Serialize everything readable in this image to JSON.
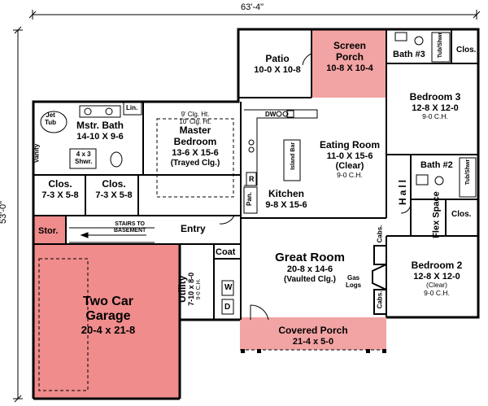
{
  "dimensions": {
    "width": "63'-4\"",
    "depth": "53'-0\""
  },
  "rooms": {
    "patio": {
      "name": "Patio",
      "size": "10-0 X 10-8"
    },
    "screen_porch": {
      "name_line1": "Screen",
      "name_line2": "Porch",
      "size": "10-8 X 10-4"
    },
    "bath3": {
      "name": "Bath #3"
    },
    "tub_shwr_3": "Tub/Shwr",
    "clos_bed3": "Clos.",
    "bedroom3": {
      "name": "Bedroom 3",
      "size": "12-8 X 12-0",
      "note": "9-0 C.H."
    },
    "jet_tub": {
      "line1": "Jet",
      "line2": "Tub"
    },
    "lin": "Lin.",
    "mstr_bath": {
      "name": "Mstr. Bath",
      "size": "14-10 X 9-6"
    },
    "vanity": "Vanity",
    "shower": {
      "line1": "4 x 3",
      "line2": "Shwr."
    },
    "master_bedroom": {
      "note1": "9' Clg. Ht.",
      "note2": "10' Clg. Ht.",
      "name_line1": "Master",
      "name_line2": "Bedroom",
      "size": "13-6 X 15-6",
      "note3": "(Trayed Clg.)"
    },
    "dw": "DW",
    "kitchen": {
      "name": "Kitchen",
      "size": "9-8 X 15-6"
    },
    "island": {
      "line1": "Island",
      "line2": "Bar"
    },
    "r_label": "R",
    "pan": "Pan.",
    "eating_room": {
      "name": "Eating Room",
      "size": "11-0 X 15-6",
      "note1": "(Clear)",
      "note2": "9-0 C.H."
    },
    "bath2": {
      "name": "Bath #2"
    },
    "tub_shwr_2": "Tub/Shwr",
    "hall": "Hall",
    "flex_space": {
      "line1": "Flex",
      "line2": "Space"
    },
    "clos_bed2": "Clos.",
    "clos1": {
      "name": "Clos.",
      "size": "7-3 X 5-8"
    },
    "clos2": {
      "name": "Clos.",
      "size": "7-3 X 5-8"
    },
    "stor": "Stor.",
    "stairs": {
      "line1": "STAIRS TO",
      "line2": "BASEMENT"
    },
    "entry": "Entry",
    "coat": "Coat",
    "utility": {
      "name": "Utility",
      "size": "7-10 x 8-0",
      "note": "9-0 C.H."
    },
    "w": "W",
    "d": "D",
    "great_room": {
      "name": "Great Room",
      "size": "20-8 x 14-6",
      "note": "(Vaulted Clg.)"
    },
    "cabs_top": "Cabs.",
    "cabs_bottom": "Cabs.",
    "gas_logs": {
      "line1": "Gas",
      "line2": "Logs"
    },
    "bedroom2": {
      "name": "Bedroom 2",
      "size": "12-8 X 12-0",
      "note1": "(Clear)",
      "note2": "9-0 C.H."
    },
    "garage": {
      "name_line1": "Two Car",
      "name_line2": "Garage",
      "size": "20-4 x 21-8"
    },
    "covered_porch": {
      "name": "Covered Porch",
      "size": "21-4 x 5-0"
    }
  },
  "colors": {
    "porch": "#f2a3a3",
    "garage": "#f08c8c",
    "wall": "#000000"
  }
}
